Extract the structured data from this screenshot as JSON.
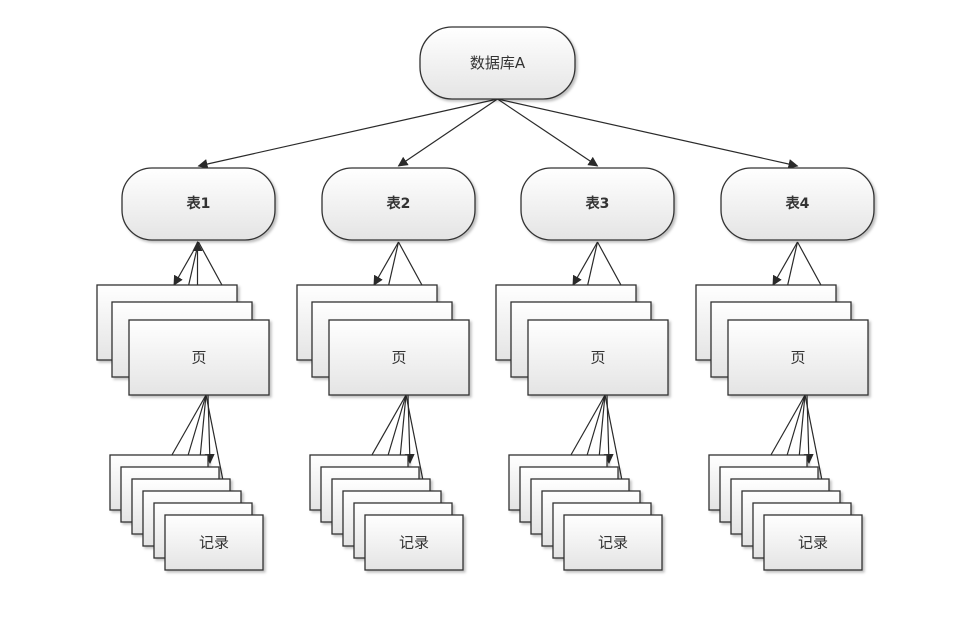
{
  "diagram": {
    "root": {
      "label": "数据库A"
    },
    "tables": [
      {
        "label": "表1",
        "page_label": "页",
        "record_label": "记录"
      },
      {
        "label": "表2",
        "page_label": "页",
        "record_label": "记录"
      },
      {
        "label": "表3",
        "page_label": "页",
        "record_label": "记录"
      },
      {
        "label": "表4",
        "page_label": "页",
        "record_label": "记录"
      }
    ],
    "page_stack_count": 3,
    "record_stack_count": 6,
    "colors": {
      "stroke": "#333333",
      "fill_top": "#ffffff",
      "fill_bottom": "#e6e6e6"
    }
  }
}
